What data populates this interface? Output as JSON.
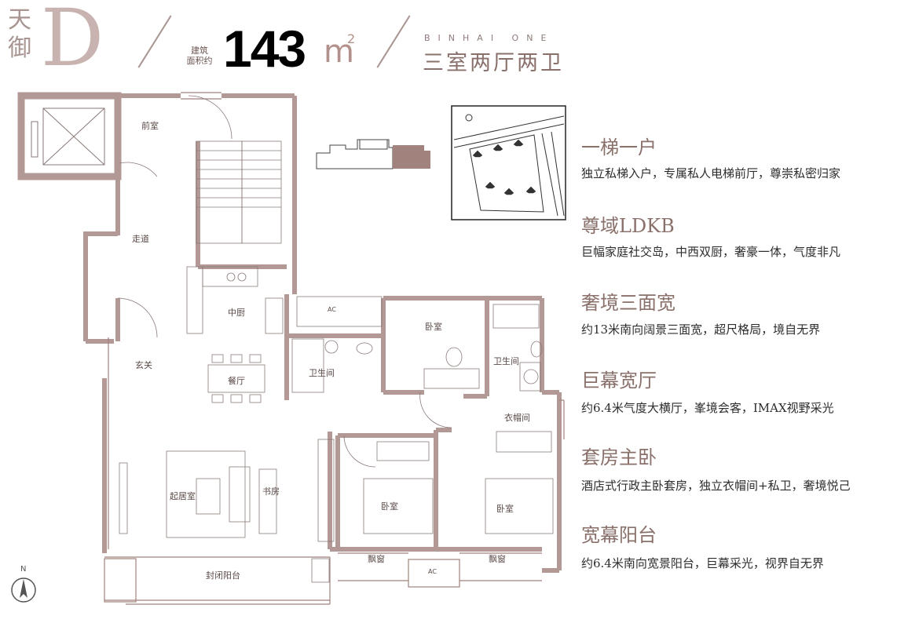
{
  "header": {
    "project_name": "天御",
    "unit_letter": "D",
    "area_label_line1": "建筑",
    "area_label_line2": "面积约",
    "area_value": "143",
    "area_unit": "m",
    "area_unit_sup": "2",
    "brand_en": "BINHAI ONE",
    "layout_type": "三室两厅两卫"
  },
  "features": [
    {
      "title": "一梯一户",
      "desc": "独立私梯入户，专属私人电梯前厅，尊崇私密归家"
    },
    {
      "title": "尊域LDKB",
      "desc": "巨幅家庭社交岛，中西双厨，奢豪一体，气度非凡"
    },
    {
      "title": "奢境三面宽",
      "desc": "约13米南向阔景三面宽，超尺格局，境自无界"
    },
    {
      "title": "巨幕宽厅",
      "desc": "约6.4米气度大横厅，峯境会客，IMAX视野采光"
    },
    {
      "title": "套房主卧",
      "desc": "酒店式行政主卧套房，独立衣帽间+私卫，奢境悦己"
    },
    {
      "title": "宽幕阳台",
      "desc": "约6.4米南向宽景阳台，巨幕采光，视界自无界"
    }
  ],
  "rooms": {
    "front_hall": "前室",
    "corridor": "走道",
    "chinese_kitchen": "中厨",
    "entrance": "玄关",
    "dining": "餐厅",
    "bathroom_1": "卫生间",
    "bedroom_1": "卧室",
    "bathroom_2": "卫生间",
    "cloakroom": "衣帽间",
    "living": "起居室",
    "study": "书房",
    "bedroom_2": "卧室",
    "bedroom_3": "卧室",
    "bay_window_1": "飘窗",
    "bay_window_2": "飘窗",
    "balcony": "封闭阳台",
    "ac_1": "AC",
    "ac_2": "AC"
  },
  "north_label": "N",
  "colors": {
    "wall": "#b39995",
    "accent": "#a1827d",
    "text_title": "#8a706b"
  }
}
